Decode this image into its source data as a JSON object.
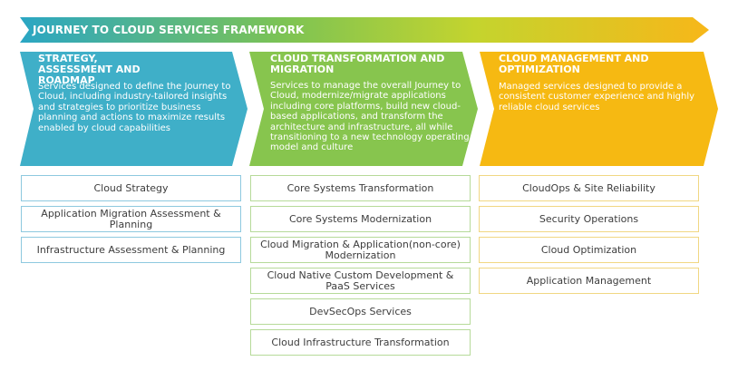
{
  "header": {
    "title": "JOURNEY TO CLOUD SERVICES FRAMEWORK"
  },
  "columns": [
    {
      "title": "STRATEGY, ASSESSMENT AND ROADMAP",
      "description": "Services designed to define the Journey to Cloud, including industry-tailored insights and strategies to prioritize business planning and actions to maximize results enabled by cloud capabilities",
      "color": "#3fafc8",
      "items": [
        "Cloud Strategy",
        "Application Migration Assessment & Planning",
        "Infrastructure Assessment & Planning"
      ]
    },
    {
      "title": "CLOUD TRANSFORMATION AND MIGRATION",
      "description": "Services to manage the overall Journey to Cloud, modernize/migrate applications including core platforms, build new cloud-based applications, and transform the architecture and infrastructure, all while transitioning to a new technology operating model and culture",
      "color": "#87c54e",
      "items": [
        "Core Systems Transformation",
        "Core Systems Modernization",
        "Cloud Migration & Application(non-core) Modernization",
        "Cloud Native Custom Development & PaaS Services",
        "DevSecOps Services",
        "Cloud Infrastructure Transformation"
      ]
    },
    {
      "title": "CLOUD MANAGEMENT AND OPTIMIZATION",
      "description": "Managed services designed to provide a consistent customer experience and highly reliable cloud services",
      "color": "#f6b912",
      "items": [
        "CloudOps & Site Reliability",
        "Security Operations",
        "Cloud Optimization",
        "Application Management"
      ]
    }
  ]
}
